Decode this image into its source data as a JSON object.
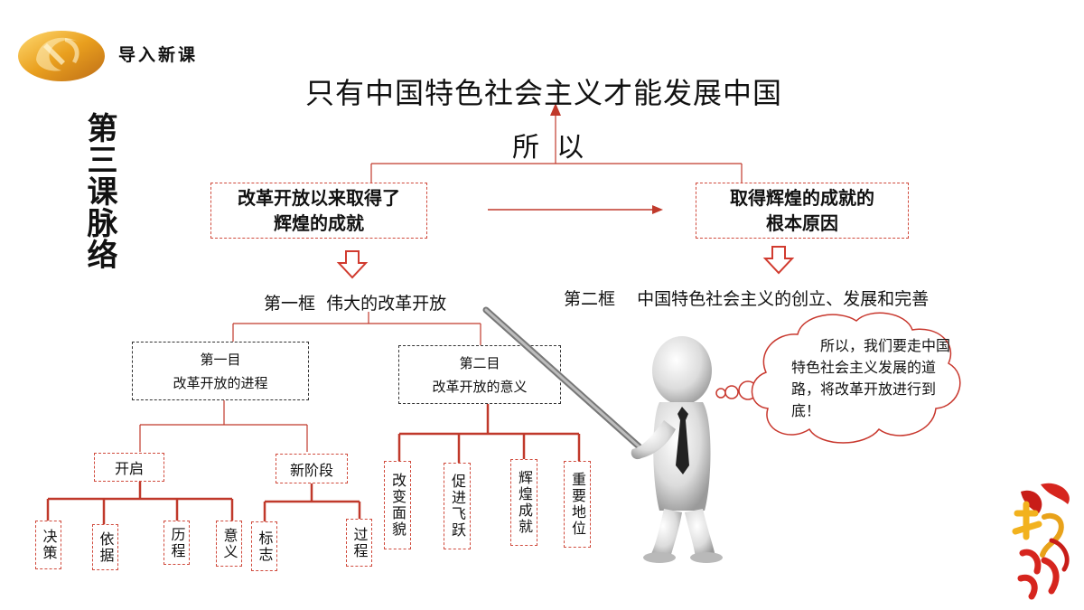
{
  "header": {
    "section_label": "导入新课"
  },
  "side_title": "第三课脉络",
  "main_title": "只有中国特色社会主义才能发展中国",
  "therefore": "所  以",
  "left_top_box": {
    "line1": "改革开放以来取得了",
    "line2": "辉煌的成就"
  },
  "right_top_box": {
    "line1": "取得辉煌的成就的",
    "line2": "根本原因"
  },
  "frame1": "第一框  伟大的改革开放",
  "frame2": "第二框    中国特色社会主义的创立、发展和完善",
  "section1": {
    "line1": "第一目",
    "line2": "改革开放的进程"
  },
  "section2": {
    "line1": "第二目",
    "line2": "改革开放的意义"
  },
  "kaiqi": "开启",
  "xinjieduan": "新阶段",
  "leaves_left": [
    "决策",
    "依据",
    "历程",
    "意义",
    "标志",
    "过程"
  ],
  "leaves_right": [
    "改变面貌",
    "促进飞跃",
    "辉煌成就",
    "重要地位"
  ],
  "speech": "所以，我们要走中国特色社会主义发展的道路，将改革开放进行到底！",
  "colors": {
    "accent_red": "#c8372d",
    "dash_red": "#d04a3c",
    "gold": "#e8a21a"
  }
}
